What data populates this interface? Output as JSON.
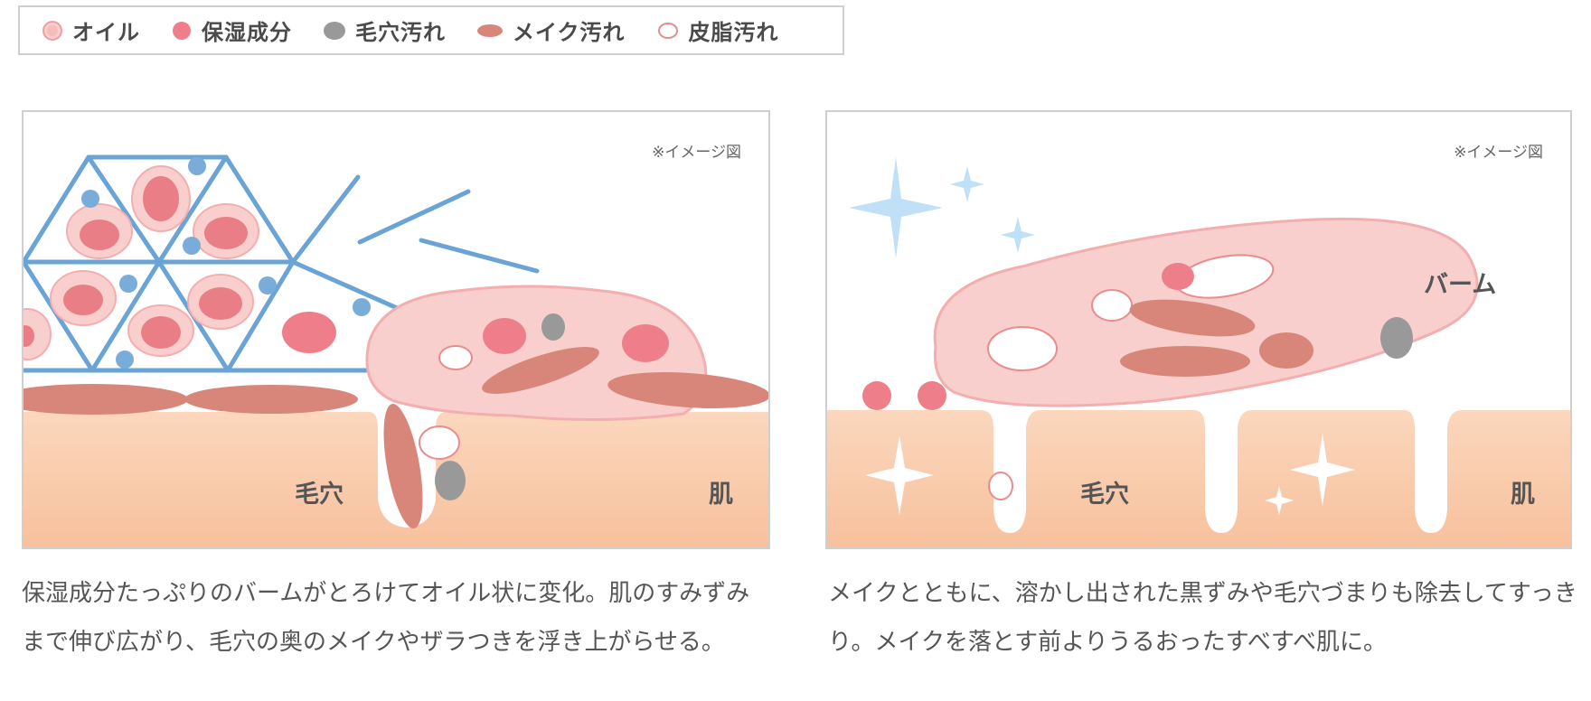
{
  "legend": {
    "items": [
      {
        "label": "オイル"
      },
      {
        "label": "保湿成分"
      },
      {
        "label": "毛穴汚れ"
      },
      {
        "label": "メイク汚れ"
      },
      {
        "label": "皮脂汚れ"
      }
    ]
  },
  "left_panel": {
    "note": "※イメージ図",
    "pore_label": "毛穴",
    "skin_label": "肌",
    "caption": "保湿成分たっぷりのバームがとろけてオイル状に変化。肌のすみずみまで伸び広がり、毛穴の奥のメイクやザラつきを浮き上がらせる。"
  },
  "right_panel": {
    "note": "※イメージ図",
    "balm_label": "バーム",
    "pore_label": "毛穴",
    "skin_label": "肌",
    "caption": "メイクとともに、溶かし出された黒ずみや毛穴づまりも除去してすっきり。メイクを落とす前よりうるおったすべすべ肌に。"
  },
  "colors": {
    "oil": "#f8cfcc",
    "moisture": "#ee7e8a",
    "pore_dirt": "#999999",
    "makeup": "#d9867a",
    "sebum_outline": "#e98c8e",
    "skin": "#f9c9a8",
    "network": "#6aa3d6"
  }
}
